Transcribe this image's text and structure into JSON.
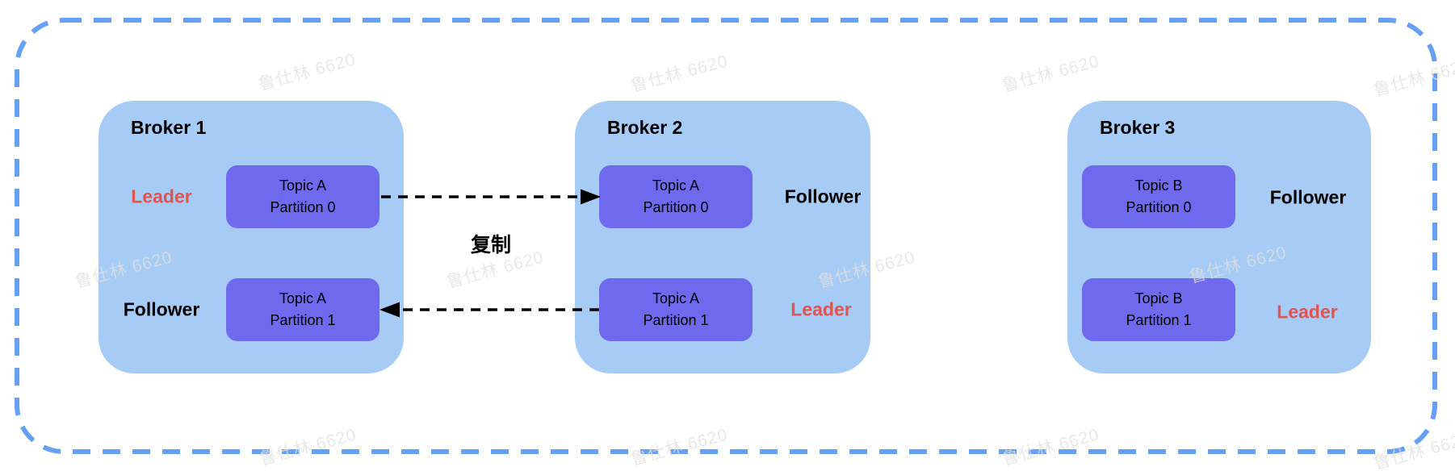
{
  "watermark": {
    "text": "鲁仕林 6620"
  },
  "diagram": {
    "replication_label": "复制",
    "brokers": [
      {
        "title": "Broker 1",
        "partitions": [
          {
            "topic": "Topic A",
            "partition": "Partition 0",
            "role": "Leader"
          },
          {
            "topic": "Topic A",
            "partition": "Partition 1",
            "role": "Follower"
          }
        ]
      },
      {
        "title": "Broker 2",
        "partitions": [
          {
            "topic": "Topic A",
            "partition": "Partition 0",
            "role": "Follower"
          },
          {
            "topic": "Topic A",
            "partition": "Partition 1",
            "role": "Leader"
          }
        ]
      },
      {
        "title": "Broker 3",
        "partitions": [
          {
            "topic": "Topic B",
            "partition": "Partition 0",
            "role": "Follower"
          },
          {
            "topic": "Topic B",
            "partition": "Partition 1",
            "role": "Leader"
          }
        ]
      }
    ],
    "colors": {
      "broker_fill": "#A6CBF5",
      "partition_fill": "#6F69ED",
      "leader_text": "#E25450",
      "boundary_dash": "#66A0F4",
      "arrow": "#000000",
      "text": "#000000"
    }
  }
}
